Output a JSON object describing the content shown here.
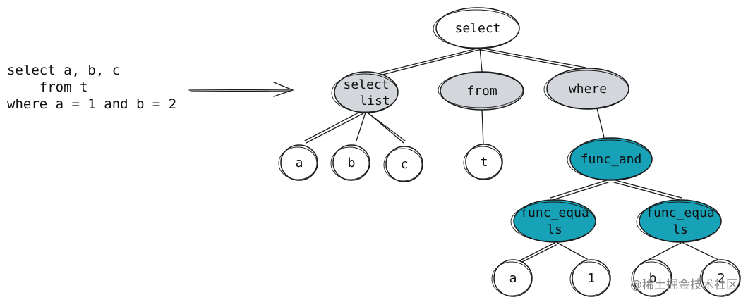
{
  "sql": {
    "lines": [
      "select a, b, c",
      "    from t",
      "where a = 1 and b = 2"
    ]
  },
  "colors": {
    "category_fill": "#d3d6db",
    "function_fill": "#17a2b8",
    "leaf_fill": "#ffffff",
    "stroke": "#1b1b1b"
  },
  "tree": {
    "root": {
      "lines": [
        "select"
      ]
    },
    "select_list": {
      "lines": [
        "select",
        "list"
      ]
    },
    "from": {
      "lines": [
        "from"
      ]
    },
    "where": {
      "lines": [
        "where"
      ]
    },
    "col_a": {
      "lines": [
        "a"
      ]
    },
    "col_b": {
      "lines": [
        "b"
      ]
    },
    "col_c": {
      "lines": [
        "c"
      ]
    },
    "table_t": {
      "lines": [
        "t"
      ]
    },
    "func_and": {
      "lines": [
        "func_and"
      ]
    },
    "func_equals_left": {
      "lines": [
        "func_equa",
        "ls"
      ]
    },
    "func_equals_right": {
      "lines": [
        "func_equa",
        "ls"
      ]
    },
    "left_a": {
      "lines": [
        "a"
      ]
    },
    "left_1": {
      "lines": [
        "1"
      ]
    },
    "right_b": {
      "lines": [
        "b"
      ]
    },
    "right_2": {
      "lines": [
        "2"
      ]
    }
  },
  "watermark": {
    "text": "@稀土掘金技术社区"
  }
}
